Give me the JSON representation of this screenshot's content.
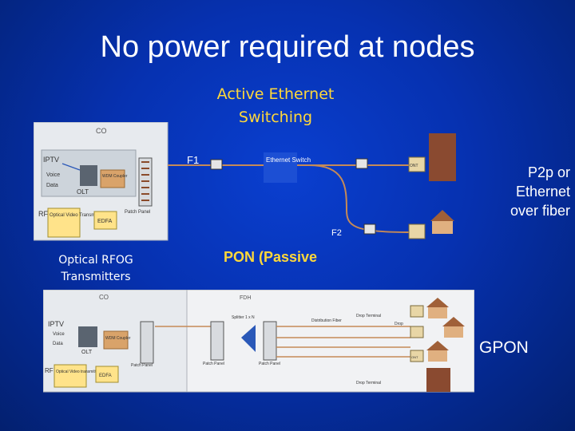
{
  "title": "No power required at nodes",
  "active_ethernet": {
    "line1": "Active Ethernet",
    "line2": "Switching"
  },
  "right_note": {
    "line1": "P2p or",
    "line2": "Ethernet",
    "line3": "over fiber"
  },
  "rfog": {
    "line1": "Optical RFOG",
    "line2": "Transmitters"
  },
  "pon": "PON (Passive",
  "gpon": "GPON",
  "top_diagram": {
    "co": "CO",
    "iptv": "IPTV",
    "voice": "Voice",
    "data": "Data",
    "olt": "OLT",
    "wdm": "WDM Coupler",
    "rf": "RF",
    "optical_tx": "Optical Video Transmitter",
    "edfa": "EDFA",
    "patch_panel": "Patch Panel",
    "f1": "F1",
    "f2": "F2",
    "ethernet_switch": "Ethernet Switch",
    "ont": "ONT"
  },
  "bottom_diagram": {
    "co": "CO",
    "fdh": "FDH",
    "iptv": "IPTV",
    "voice": "Voice",
    "data": "Data",
    "olt": "OLT",
    "wdm": "WDM Coupler",
    "rf": "RF",
    "optical_tx": "Optical Video transmitter",
    "edfa": "EDFA",
    "patch_panel_1": "Patch Panel",
    "patch_panel_2": "Patch Panel",
    "patch_panel_3": "Patch Panel",
    "splitter": "Splitter 1 x N",
    "distribution_fiber": "Distribution Fiber",
    "drop_terminal_1": "Drop Terminal",
    "drop_terminal_2": "Drop Terminal",
    "drop": "Drop",
    "ont": "ONT"
  },
  "colors": {
    "background": "#0631b0",
    "accent": "#ffd83a",
    "text": "#ffffff"
  }
}
